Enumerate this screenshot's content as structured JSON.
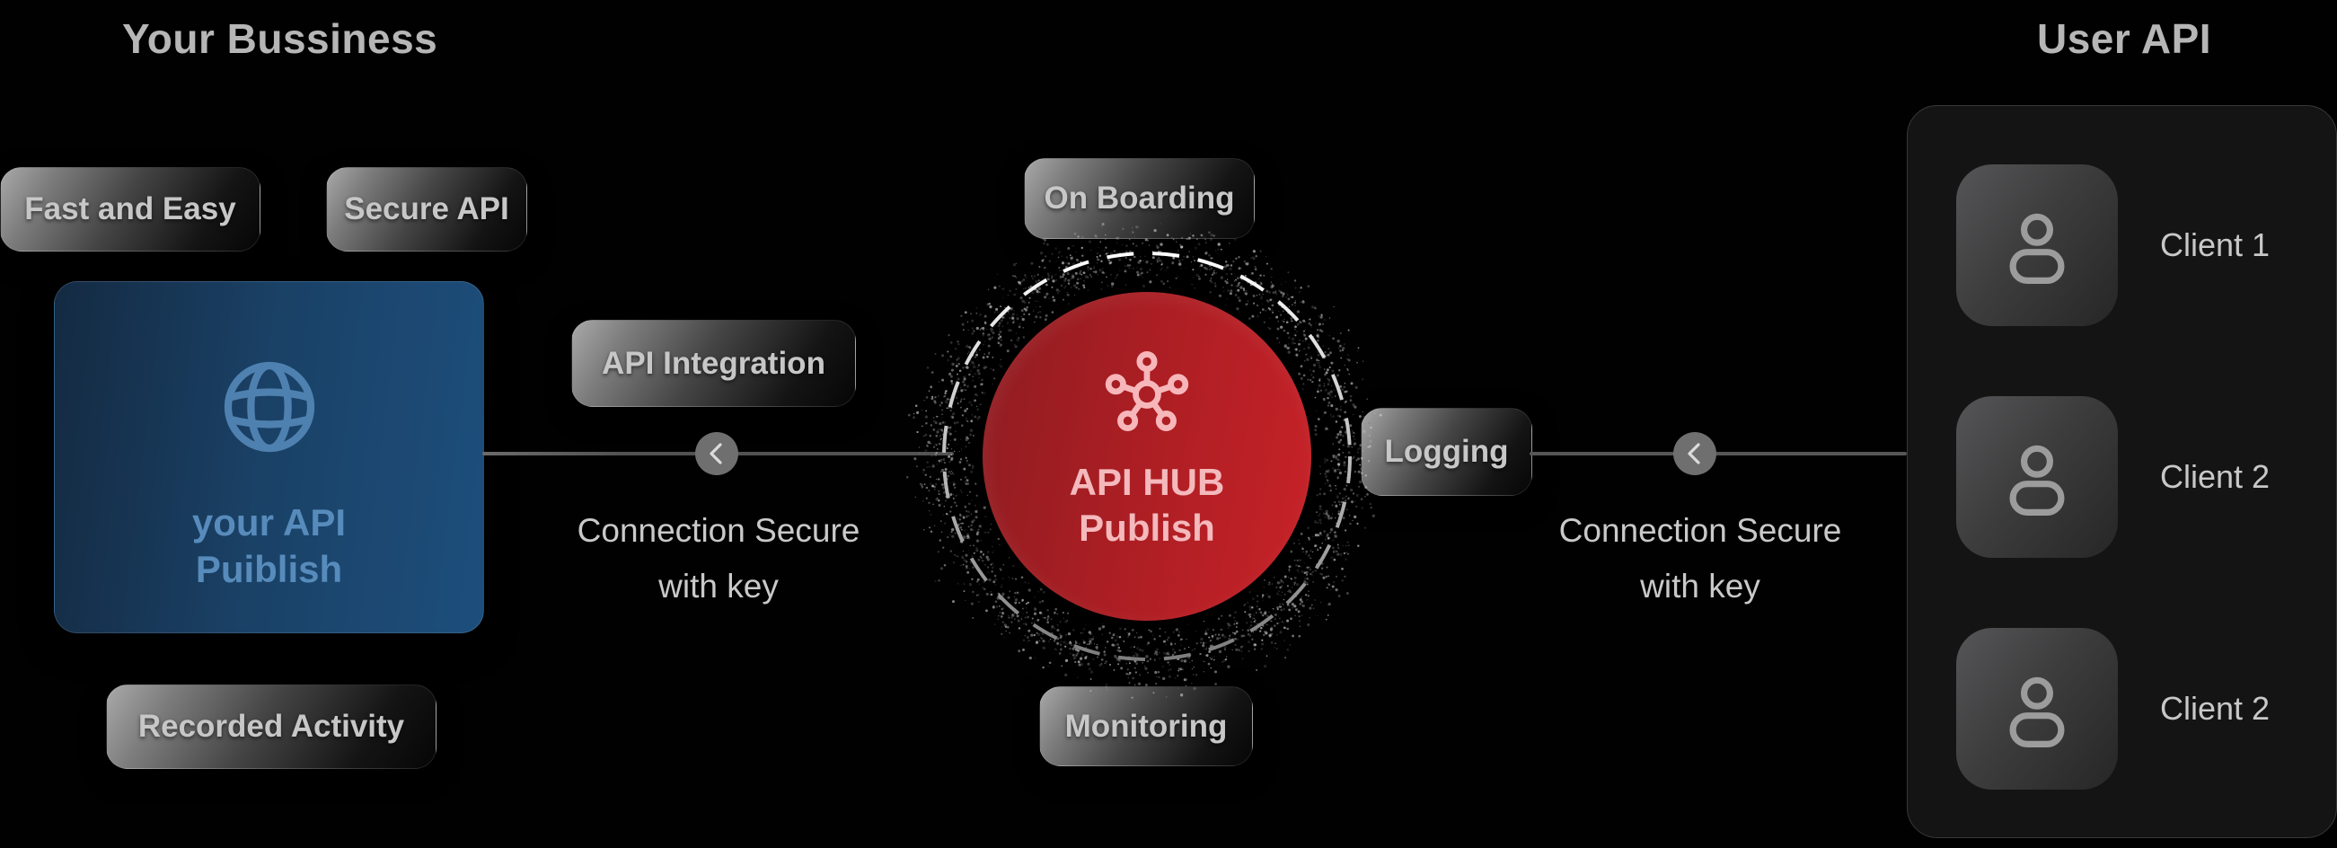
{
  "titles": {
    "business": "Your Bussiness",
    "user_api": "User API"
  },
  "badges": {
    "fast_easy": "Fast and Easy",
    "secure_api": "Secure API",
    "api_integration": "API Integration",
    "on_boarding": "On Boarding",
    "monitoring": "Monitoring",
    "recorded_activity": "Recorded Activity",
    "logging": "Logging"
  },
  "source_box": {
    "line1": "your API",
    "line2": "Puiblish"
  },
  "hub": {
    "line1": "API HUB",
    "line2": "Publish"
  },
  "connections": {
    "left": {
      "line1": "Connection Secure",
      "line2": "with key"
    },
    "right": {
      "line1": "Connection Secure",
      "line2": "with key"
    }
  },
  "clients": [
    {
      "label": "Client 1"
    },
    {
      "label": "Client 2"
    },
    {
      "label": "Client 2"
    }
  ],
  "colors": {
    "background": "#010101",
    "hub_red": "#c72228",
    "box_blue": "#1d4e7c",
    "blue_text": "#578bbb",
    "hub_text": "#f4b9bc",
    "line_gray": "#565656",
    "badge_text": "#c7c7c7",
    "title_gray": "#b6b6b6"
  }
}
